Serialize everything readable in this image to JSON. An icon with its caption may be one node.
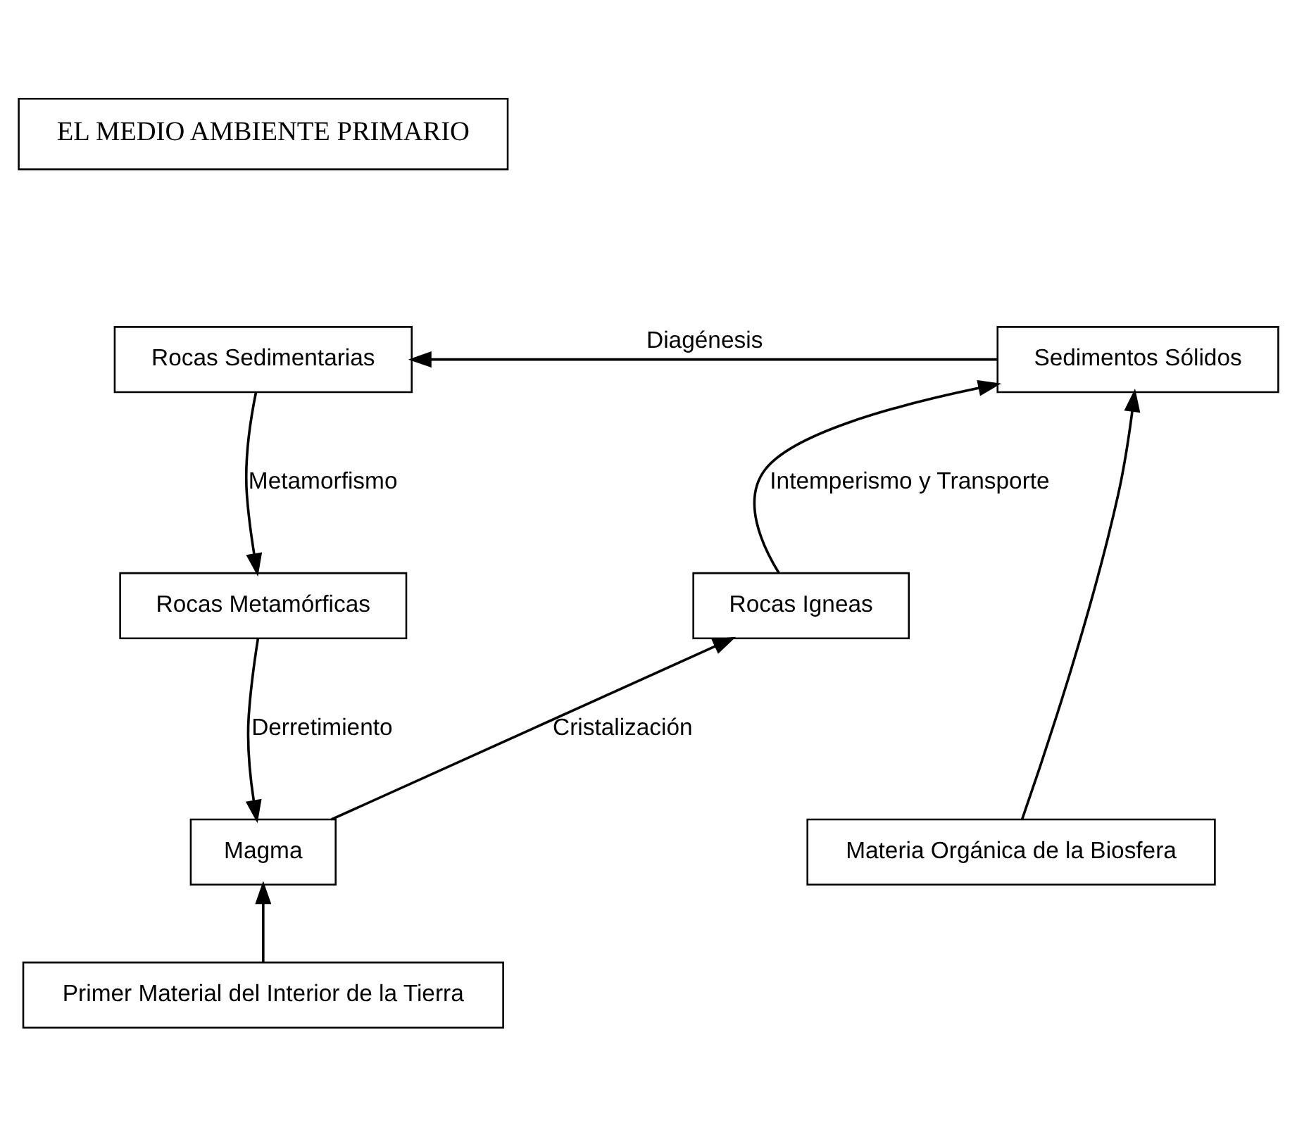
{
  "diagram": {
    "nodes": [
      {
        "text": [
          "EL MEDIO AMBIENTE PRIMARIO"
        ]
      },
      {
        "text": [
          "Rocas Sedimentarias"
        ]
      },
      {
        "text": [
          "Sedimentos Sólidos"
        ]
      },
      {
        "text": [
          "Rocas Metamórficas"
        ]
      },
      {
        "text": [
          "Rocas Igneas"
        ]
      },
      {
        "text": [
          "Magma"
        ]
      },
      {
        "text": [
          "Materia Orgánica de la Biosfera"
        ]
      },
      {
        "text": [
          "Primer Material del Interior de la Tierra"
        ]
      }
    ],
    "edges": [
      {
        "from": 2,
        "to": 1,
        "arrow": "to",
        "label": "Diagénesis"
      },
      {
        "from": 1,
        "to": 3,
        "arrow": "to",
        "label": "Metamorfismo"
      },
      {
        "from": 3,
        "to": 5,
        "arrow": "to",
        "label": "Derretimiento"
      },
      {
        "from": 5,
        "to": 4,
        "arrow": "to",
        "label": "Cristalización"
      },
      {
        "from": 4,
        "to": 2,
        "arrow": "to",
        "label": "Intemperismo y Transporte"
      },
      {
        "from": 6,
        "to": 2,
        "arrow": "to"
      },
      {
        "from": 7,
        "to": 5,
        "arrow": "to"
      }
    ]
  }
}
